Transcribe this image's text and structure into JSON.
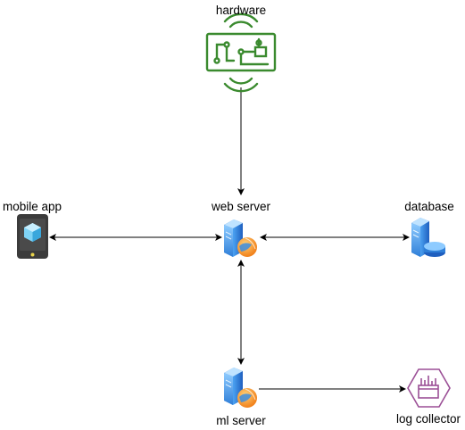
{
  "nodes": {
    "hardware": {
      "label": "hardware",
      "icon": "circuit-board-icon",
      "color": "#3a8a2e"
    },
    "mobile": {
      "label": "mobile app",
      "icon": "mobile-phone-icon"
    },
    "web": {
      "label": "web server",
      "icon": "server-icon"
    },
    "database": {
      "label": "database",
      "icon": "database-server-icon"
    },
    "ml": {
      "label": "ml server",
      "icon": "server-icon"
    },
    "log": {
      "label": "log collector",
      "icon": "log-collector-icon",
      "color": "#9b4f96"
    }
  },
  "edges": [
    {
      "from": "hardware",
      "to": "web server",
      "direction": "one-way"
    },
    {
      "from": "mobile app",
      "to": "web server",
      "direction": "two-way"
    },
    {
      "from": "web server",
      "to": "database",
      "direction": "two-way"
    },
    {
      "from": "web server",
      "to": "ml server",
      "direction": "two-way"
    },
    {
      "from": "ml server",
      "to": "log collector",
      "direction": "one-way"
    }
  ]
}
